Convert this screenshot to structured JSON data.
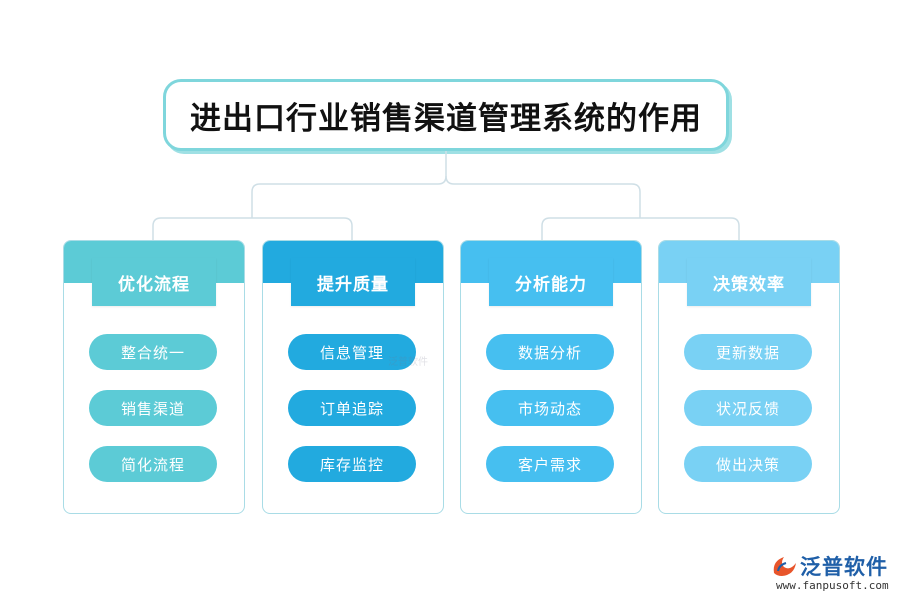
{
  "title": "进出口行业销售渠道管理系统的作用",
  "colors": {
    "title_border": "#7fd6dc",
    "connector": "#cfdfe6",
    "col1": "#5ccbd6",
    "col2": "#22aadf",
    "col3": "#46bff0",
    "col4": "#79d1f4"
  },
  "columns": [
    {
      "head": "优化流程",
      "items": [
        "整合统一",
        "销售渠道",
        "简化流程"
      ]
    },
    {
      "head": "提升质量",
      "items": [
        "信息管理",
        "订单追踪",
        "库存监控"
      ]
    },
    {
      "head": "分析能力",
      "items": [
        "数据分析",
        "市场动态",
        "客户需求"
      ]
    },
    {
      "head": "决策效率",
      "items": [
        "更新数据",
        "状况反馈",
        "做出决策"
      ]
    }
  ],
  "watermark": "泛普软件",
  "logo": {
    "name": "泛普软件",
    "url": "www.fanpusoft.com",
    "icon": "fanpu-logo-icon"
  }
}
